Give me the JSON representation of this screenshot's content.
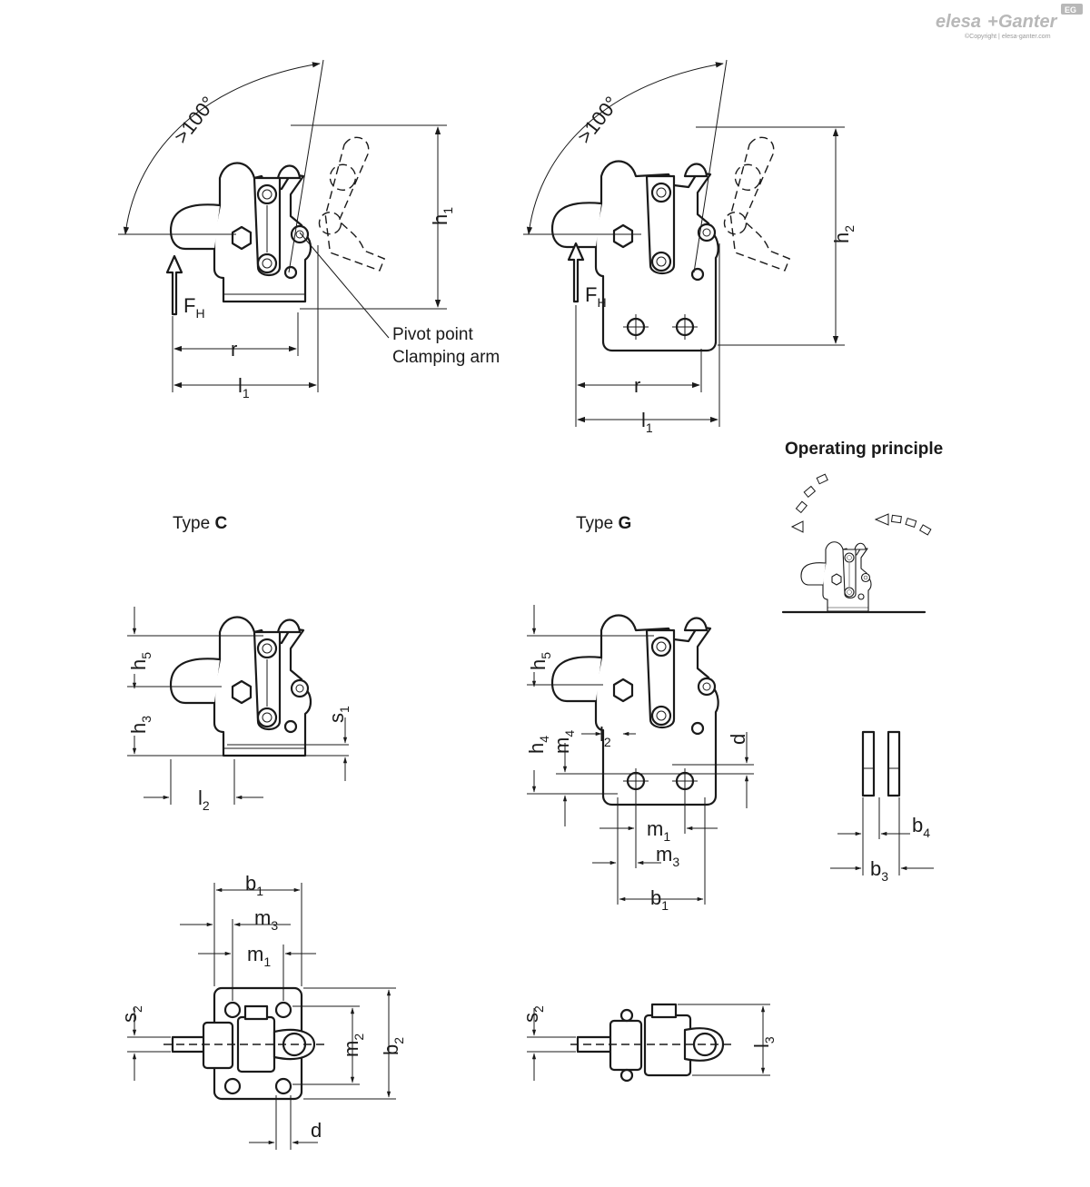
{
  "brand": {
    "logo_left": "elesa",
    "logo_plus": "+",
    "logo_right": "Ganter",
    "badge": "EG",
    "copyright": "©Copyright | elesa-ganter.com"
  },
  "labels": {
    "angle": ">100°",
    "pivot_point": "Pivot point",
    "clamping_arm": "Clamping arm",
    "operating_principle": "Operating principle",
    "type_c_prefix": "Type ",
    "type_c_letter": "C",
    "type_g_prefix": "Type ",
    "type_g_letter": "G"
  },
  "dims": {
    "F": "F",
    "H": "H",
    "h": "h",
    "l": "l",
    "m": "m",
    "b": "b",
    "s": "s",
    "r": "r",
    "d": "d",
    "n1": "1",
    "n2": "2",
    "n3": "3",
    "n4": "4",
    "n5": "5"
  }
}
